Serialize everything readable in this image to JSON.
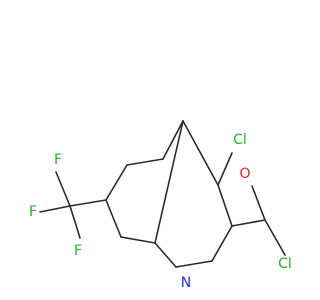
{
  "molecule": {
    "atoms": [
      {
        "id": "cl_ring",
        "label": "Cl",
        "element": "Cl"
      },
      {
        "id": "o_carbonyl",
        "label": "O",
        "element": "O"
      },
      {
        "id": "cl_acyl",
        "label": "Cl",
        "element": "Cl"
      },
      {
        "id": "n_ring",
        "label": "N",
        "element": "N"
      },
      {
        "id": "f_top",
        "label": "F",
        "element": "F"
      },
      {
        "id": "f_left",
        "label": "F",
        "element": "F"
      },
      {
        "id": "f_bottom",
        "label": "F",
        "element": "F"
      }
    ],
    "colors": {
      "bond": "#2b2b2b",
      "Cl": "#27b227",
      "O": "#ff1a1a",
      "N": "#2233ee",
      "F": "#27b227"
    }
  }
}
